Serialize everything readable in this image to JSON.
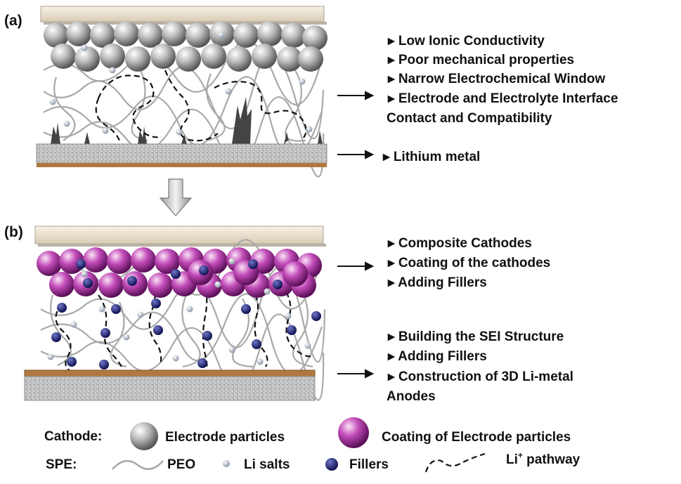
{
  "panels": [
    {
      "label": "(a)",
      "points_upper": [
        "Low Ionic Conductivity",
        "Poor mechanical properties",
        "Narrow Electrochemical Window",
        "Electrode and Electrolyte Interface"
      ],
      "continuation": "Contact and Compatibility",
      "points_lower": [
        "Lithium metal"
      ]
    },
    {
      "label": "(b)",
      "points_upper": [
        "Composite Cathodes",
        "Coating of the cathodes",
        "Adding Fillers"
      ],
      "points_lower": [
        "Building the SEI Structure",
        "Adding Fillers",
        "Construction of 3D Li-metal"
      ],
      "continuation": "Anodes"
    }
  ],
  "bullet_glyph": "▸",
  "legend": {
    "cathode_label": "Cathode:",
    "electrode_particles": "Electrode particles",
    "coating": "Coating of Electrode particles",
    "spe_label": "SPE:",
    "peo": "PEO",
    "li_salts": "Li salts",
    "fillers": "Fillers",
    "li_pathway_main": "Li",
    "li_pathway_sup": "+",
    "li_pathway_rest": " pathway"
  },
  "colors": {
    "current_collector": "#efe6d6",
    "lithium_metal": "#bdbdbd",
    "copper": "#b07840",
    "electrode_particle": "#9c9c9c",
    "coated_particle": "#a2319c",
    "filler": "#1c1f6e",
    "peo_chain": "#a8a8a8"
  }
}
